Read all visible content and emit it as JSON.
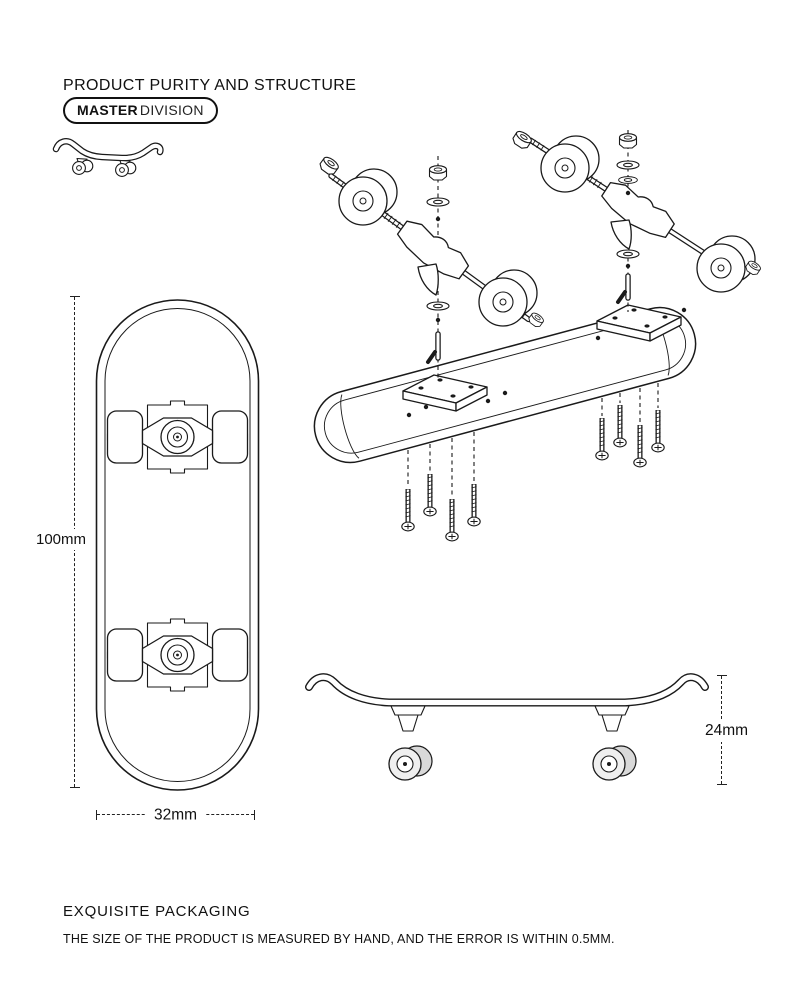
{
  "header": {
    "title": "PRODUCT PURITY AND STRUCTURE",
    "brand_bold": "MASTER",
    "brand_light": "DIVISION"
  },
  "dimensions": {
    "length": "100mm",
    "width": "32mm",
    "height": "24mm"
  },
  "footer": {
    "title": "EXQUISITE PACKAGING",
    "note": "THE SIZE OF THE PRODUCT IS MEASURED BY HAND, AND THE ERROR IS WITHIN 0.5MM."
  },
  "colors": {
    "line": "#1a1a1a",
    "background": "#ffffff"
  },
  "illustrations": {
    "mini_board": "mini-fingerboard-side-profile-icon",
    "top_view": "fingerboard-deck-top-view",
    "exploded": "exploded-truck-assembly-view",
    "side_view": "assembled-fingerboard-side-view"
  }
}
